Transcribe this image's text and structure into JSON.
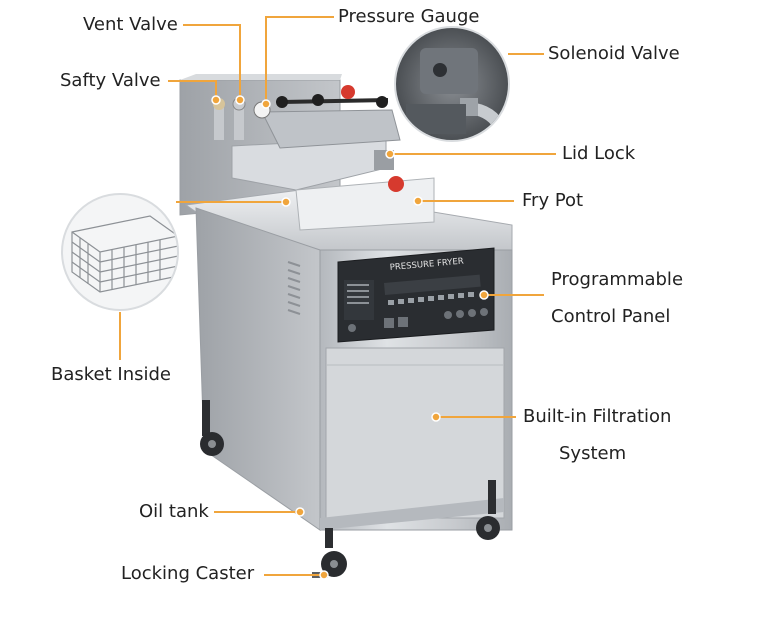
{
  "labels": {
    "vent_valve": "Vent Valve",
    "pressure_gauge": "Pressure Gauge",
    "solenoid_valve": "Solenoid Valve",
    "safty_valve": "Safty Valve",
    "lid_lock": "Lid Lock",
    "fry_pot": "Fry Pot",
    "programmable_control_panel_line1": "Programmable",
    "programmable_control_panel_line2": "Control Panel",
    "basket_inside": "Basket Inside",
    "built_in_filtration_line1": "Built-in Filtration",
    "built_in_filtration_line2": "System",
    "oil_tank": "Oil tank",
    "locking_caster": "Locking Caster"
  },
  "panel_text": {
    "brand": "PRESSURE FRYER"
  },
  "colors": {
    "callout_lines": "#f0a53c",
    "cabinet": "#c9ccd0",
    "panel": "#2a2d31",
    "knob_red": "#d63a2e"
  }
}
